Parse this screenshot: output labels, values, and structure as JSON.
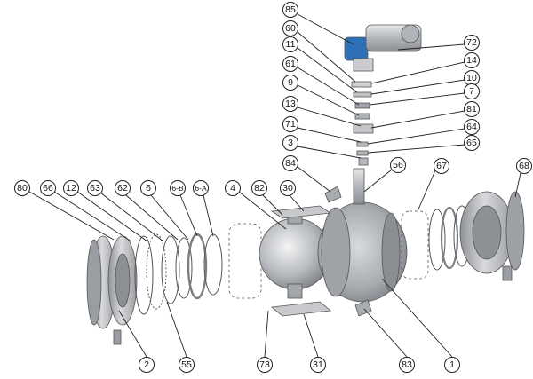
{
  "callouts": [
    {
      "label": "85"
    },
    {
      "label": "60"
    },
    {
      "label": "11"
    },
    {
      "label": "61"
    },
    {
      "label": "9"
    },
    {
      "label": "13"
    },
    {
      "label": "71"
    },
    {
      "label": "3"
    },
    {
      "label": "84"
    },
    {
      "label": "72"
    },
    {
      "label": "14"
    },
    {
      "label": "10"
    },
    {
      "label": "7"
    },
    {
      "label": "81"
    },
    {
      "label": "64"
    },
    {
      "label": "65"
    },
    {
      "label": "56"
    },
    {
      "label": "67"
    },
    {
      "label": "68"
    },
    {
      "label": "80"
    },
    {
      "label": "66"
    },
    {
      "label": "12"
    },
    {
      "label": "63"
    },
    {
      "label": "62"
    },
    {
      "label": "6"
    },
    {
      "label": "6-B"
    },
    {
      "label": "6-A"
    },
    {
      "label": "4"
    },
    {
      "label": "82"
    },
    {
      "label": "30"
    },
    {
      "label": "2"
    },
    {
      "label": "55"
    },
    {
      "label": "73"
    },
    {
      "label": "31"
    },
    {
      "label": "83"
    },
    {
      "label": "1"
    }
  ],
  "colors": {
    "actuator_blue": "#2f6fb5",
    "metal": "#b9bcc0",
    "line": "#222222"
  }
}
